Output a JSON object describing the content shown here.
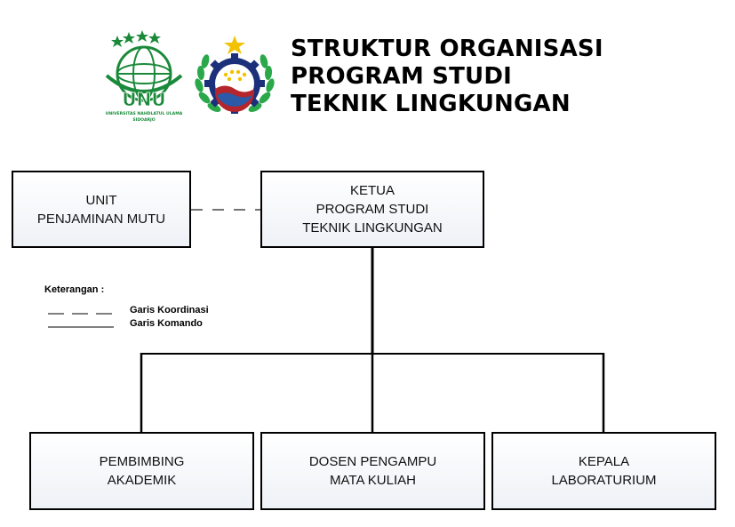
{
  "header": {
    "title_lines": [
      "STRUKTUR ORGANISASI",
      "PROGRAM STUDI",
      "TEKNIK LINGKUNGAN"
    ],
    "logo_left_text": "UNU",
    "logo_left_subtext": "UNIVERSITAS NAHDLATUL ULAMA",
    "logo_left_subtext2": "SIDOARJO"
  },
  "boxes": {
    "upm": [
      "UNIT",
      "PENJAMINAN MUTU"
    ],
    "ketua": [
      "KETUA",
      "PROGRAM STUDI",
      "TEKNIK LINGKUNGAN"
    ],
    "pembimbing": [
      "PEMBIMBING",
      "AKADEMIK"
    ],
    "dosen": [
      "DOSEN PENGAMPU",
      "MATA KULIAH"
    ],
    "kepala": [
      "KEPALA",
      "LABORATURIUM"
    ]
  },
  "legend": {
    "title": "Keterangan :",
    "dashed_label": "Garis Koordinasi",
    "solid_label": "Garis Komando"
  },
  "colors": {
    "nu_green": "#1a8a3a",
    "emblem_navy": "#1b2f7a",
    "emblem_gold": "#f2c200",
    "emblem_red": "#b5252c",
    "emblem_blue": "#2a5aa8"
  }
}
